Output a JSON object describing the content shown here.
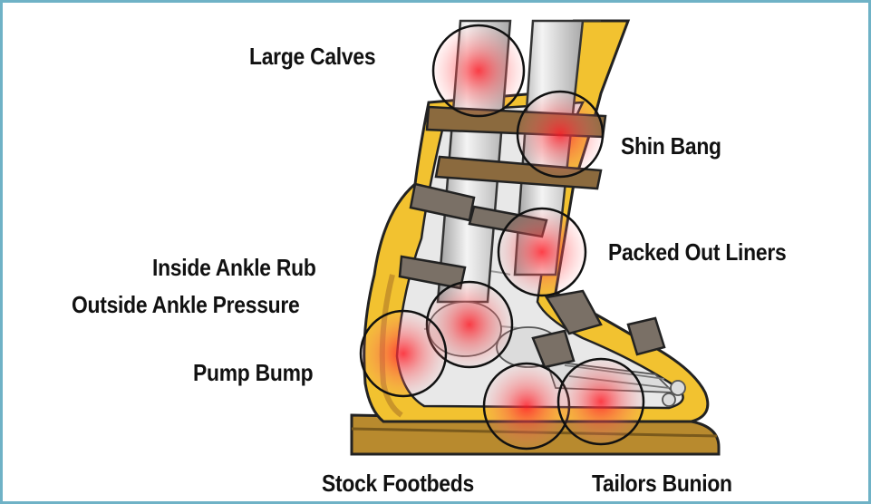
{
  "labels": {
    "large_calves": "Large Calves",
    "shin_bang": "Shin Bang",
    "packed_out_liners": "Packed Out Liners",
    "inside_ankle_rub": "Inside Ankle Rub",
    "outside_ankle_pressure": "Outside Ankle Pressure",
    "pump_bump": "Pump Bump",
    "stock_footbeds": "Stock Footbeds",
    "tailors_bunion": "Tailors Bunion"
  },
  "colors": {
    "frame_border": "#6fb2c6",
    "shell": "#f2c230",
    "shell_dark": "#c9952a",
    "buckle": "#7a7066",
    "strap": "#8b6a3e",
    "liner": "#e8e8e8",
    "sole": "#b88a2e",
    "hotspot": "#e8202a"
  }
}
